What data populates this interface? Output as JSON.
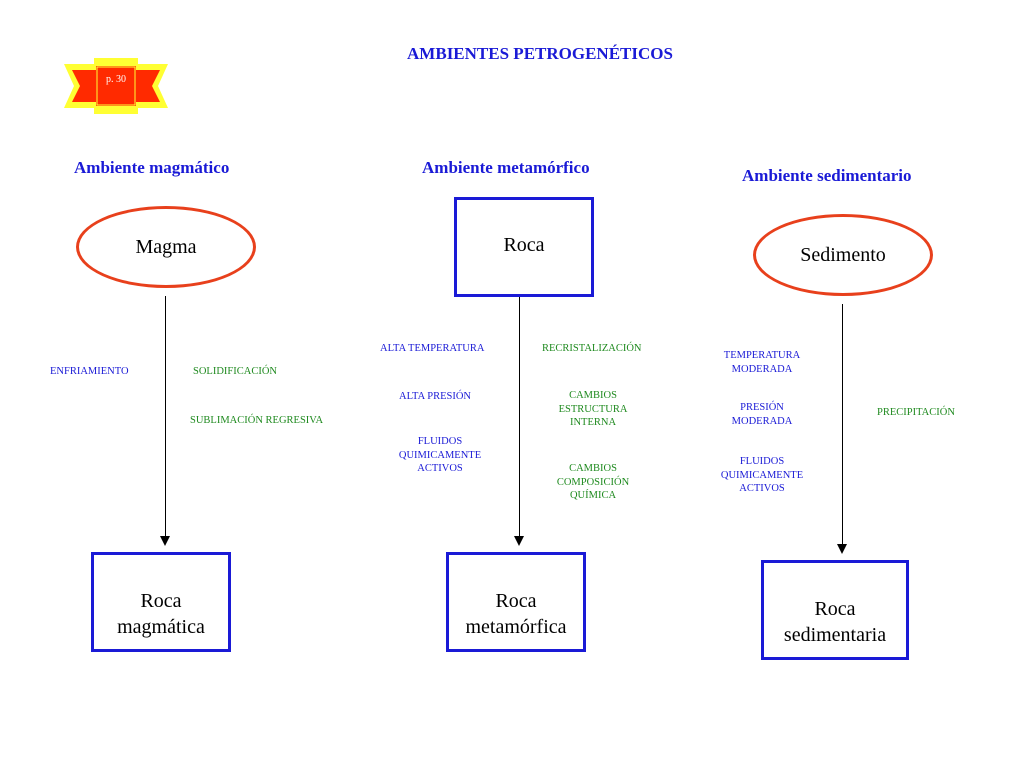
{
  "title": "AMBIENTES PETROGENÉTICOS",
  "badge": {
    "text": "p. 30"
  },
  "columns": {
    "magmatic": {
      "heading": "Ambiente magmático",
      "source": "Magma",
      "result_line1": "Roca",
      "result_line2": "magmática",
      "left_labels": [
        "ENFRIAMIENTO"
      ],
      "right_labels": [
        "SOLIDIFICACIÓN",
        "SUBLIMACIÓN REGRESIVA"
      ]
    },
    "metamorphic": {
      "heading": "Ambiente metamórfico",
      "source": "Roca",
      "result_line1": "Roca",
      "result_line2": "metamórfica",
      "left_labels": [
        "ALTA TEMPERATURA",
        "ALTA PRESIÓN",
        "FLUIDOS|QUIMICAMENTE|ACTIVOS"
      ],
      "right_labels": [
        "RECRISTALIZACIÓN",
        "CAMBIOS|ESTRUCTURA|INTERNA",
        "CAMBIOS|COMPOSICIÓN|QUÍMICA"
      ]
    },
    "sedimentary": {
      "heading": "Ambiente sedimentario",
      "source": "Sedimento",
      "result_line1": "Roca",
      "result_line2": "sedimentaria",
      "left_labels": [
        "TEMPERATURA|MODERADA",
        "PRESIÓN|MODERADA",
        "FLUIDOS|QUIMICAMENTE|ACTIVOS"
      ],
      "right_labels": [
        "PRECIPITACIÓN"
      ]
    }
  },
  "colors": {
    "heading": "#1a1ad6",
    "ellipse_border": "#e8401c",
    "box_border": "#1a1ad6",
    "label_blue": "#1a1ad6",
    "label_green": "#1f8a1f",
    "badge_outer": "#ffff33",
    "badge_inner": "#ff2a00"
  }
}
